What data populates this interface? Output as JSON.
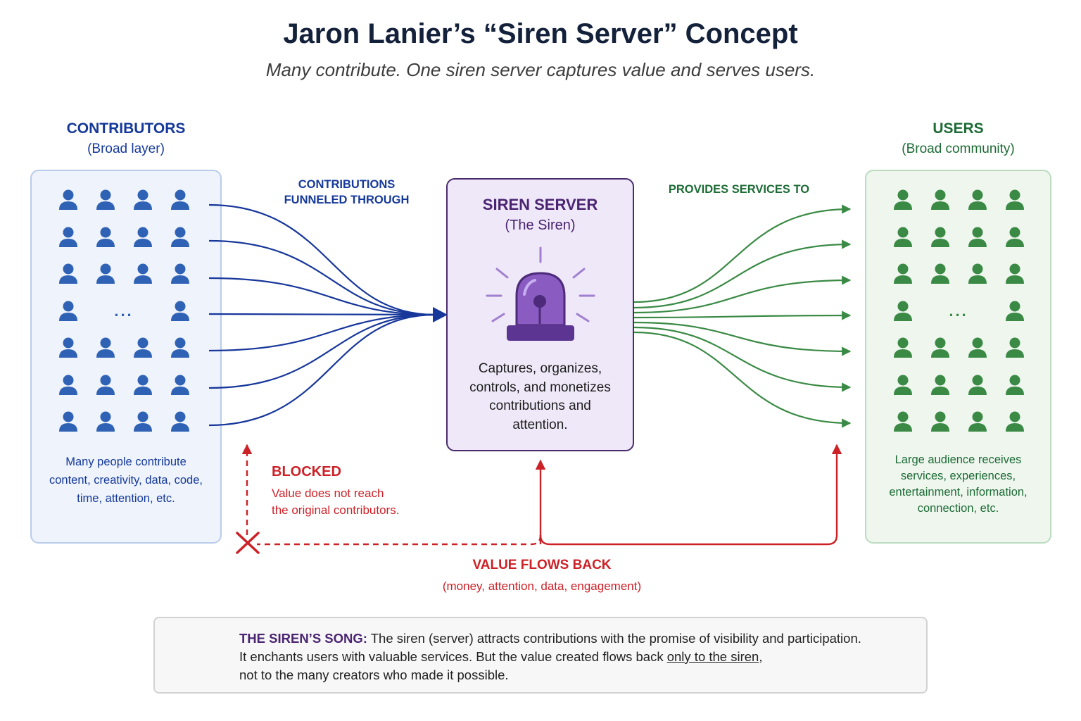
{
  "title": "Jaron Lanier’s “Siren Server” Concept",
  "subtitle": "Many contribute. One siren server captures value and serves users.",
  "contributors": {
    "heading": "CONTRIBUTORS",
    "subheading": "(Broad layer)",
    "ellipsis": "...",
    "description_lines": [
      "Many people contribute",
      "content, creativity, data, code,",
      "time, attention, etc."
    ]
  },
  "users": {
    "heading": "USERS",
    "subheading": "(Broad community)",
    "ellipsis": "...",
    "description_lines": [
      "Large audience receives",
      "services, experiences,",
      "entertainment, information,",
      "connection, etc."
    ]
  },
  "flows": {
    "contributions_lines": [
      "CONTRIBUTIONS",
      "FUNNELED THROUGH"
    ],
    "provides": "PROVIDES SERVICES TO",
    "blocked_heading": "BLOCKED",
    "blocked_lines": [
      "Value does not reach",
      "the original contributors."
    ],
    "value_heading": "VALUE FLOWS BACK",
    "value_sub": "(money, attention, data, engagement)"
  },
  "server": {
    "title": "SIREN SERVER",
    "subtitle": "(The Siren)",
    "description_lines": [
      "Captures, organizes,",
      "controls, and monetizes",
      "contributions and",
      "attention."
    ]
  },
  "song": {
    "label": "THE SIREN’S SONG:",
    "line1": " The siren (server) attracts contributions with the promise of visibility and participation.",
    "line2_before": "It enchants users with valuable services. But the value created flows back ",
    "line2_underlined": "only to the siren",
    "line2_after": ",",
    "line3": "not to the many creators who made it possible."
  },
  "colors": {
    "contributors": "#2f62b4",
    "users": "#3a8a45",
    "server": "#7c4fb0",
    "value": "#cc2127",
    "title": "#14213a"
  },
  "icons": [
    "person-icon",
    "siren-icon",
    "blocked-x-icon",
    "arrow-icon"
  ]
}
